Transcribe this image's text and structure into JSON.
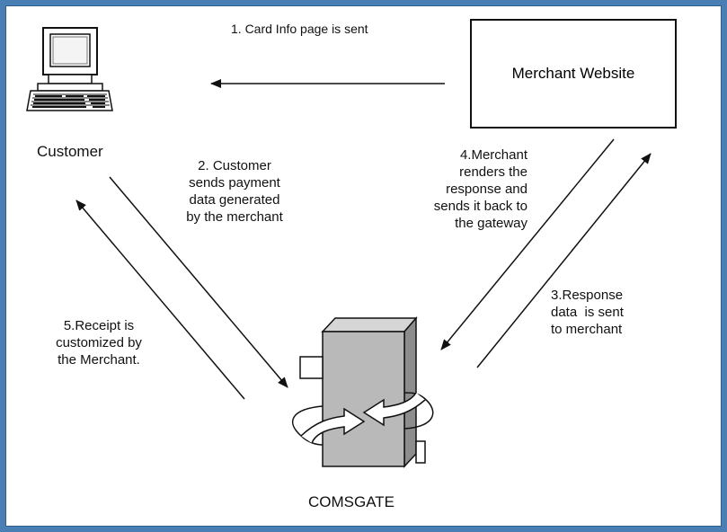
{
  "labels": {
    "step1": "1. Card Info page is sent",
    "customer": "Customer",
    "merchant": "Merchant Website",
    "step2": "2. Customer\nsends payment\ndata generated\nby the merchant",
    "step4": "4.Merchant\nrenders the\nresponse and\nsends it back to\nthe gateway",
    "step3": "3.Response\ndata  is sent\nto merchant",
    "step5": "5.Receipt is\ncustomized by\nthe Merchant.",
    "gateway": "COMSGATE"
  },
  "colors": {
    "frame": "#4a7fb5",
    "gateway_front": "#b9b9b9",
    "gateway_side": "#8d8d8d",
    "gateway_top": "#d6d6d6",
    "lines": "#111111"
  }
}
